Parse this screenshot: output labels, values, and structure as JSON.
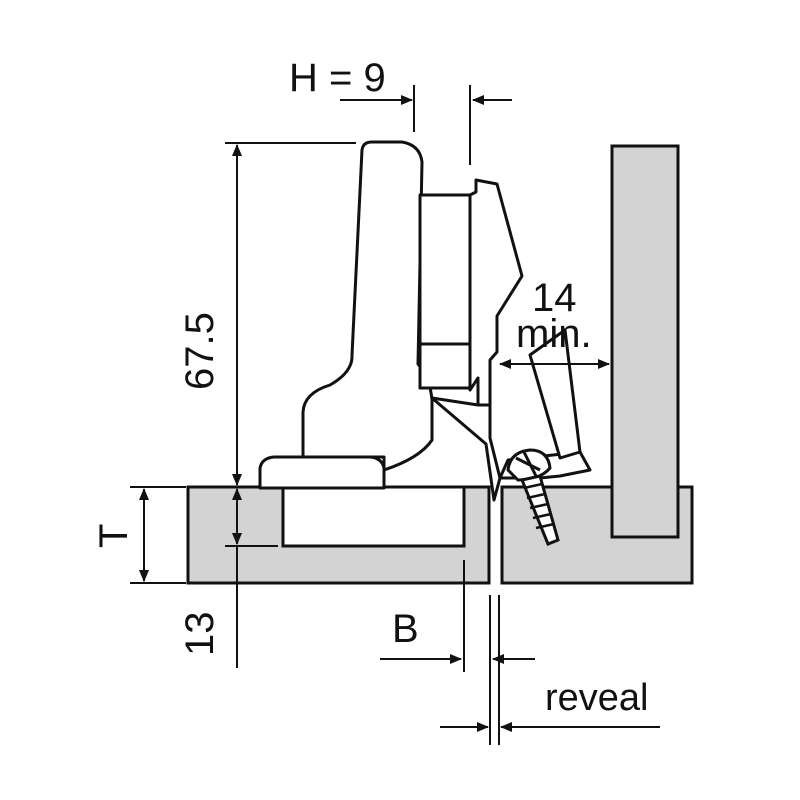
{
  "labels": {
    "h_dimension": "H = 9",
    "height_dimension": "67.5",
    "clearance_value": "14",
    "clearance_suffix": "min.",
    "thickness": "T",
    "cup_depth": "13",
    "boring_distance": "B",
    "reveal": "reveal"
  },
  "colors": {
    "panel_fill": "#d3d3d3",
    "line": "#111111",
    "background": "#ffffff"
  }
}
